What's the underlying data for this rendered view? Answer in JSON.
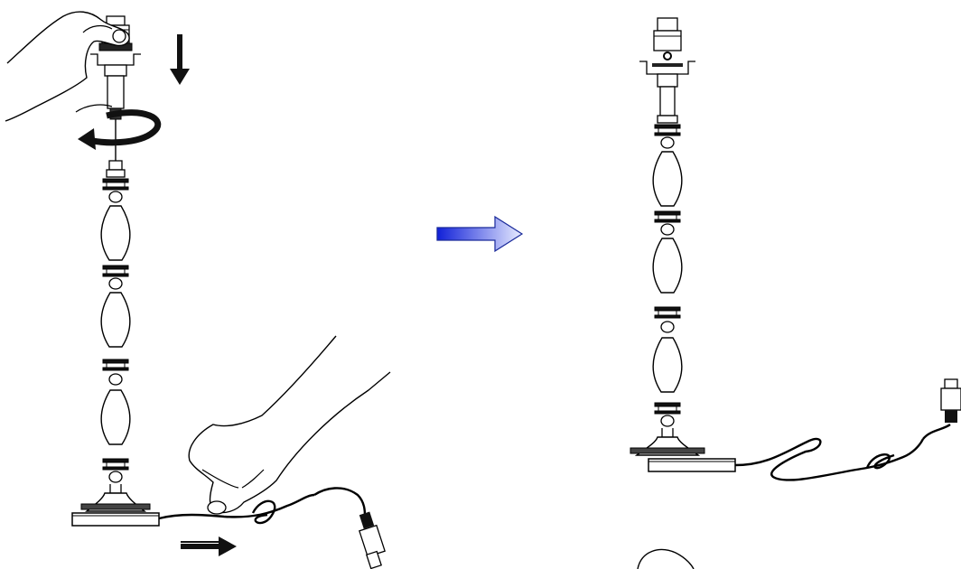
{
  "figure": {
    "steps": [
      {
        "id": "before",
        "actions": [
          "lower-socket-onto-stem",
          "twist-socket",
          "pull-cord"
        ]
      },
      {
        "id": "after",
        "actions": [
          "assembled-lamp"
        ]
      }
    ],
    "colors": {
      "line": "#000000",
      "fill": "#ffffff",
      "band": "#1a1a1a",
      "transition_arrow_start": "#1020d8",
      "transition_arrow_end": "#e8ecff"
    },
    "icons": [
      "down-arrow-icon",
      "rotate-arrow-icon",
      "right-arrow-icon",
      "transition-arrow-icon",
      "plug-icon",
      "hand-icon",
      "socket-icon"
    ]
  }
}
